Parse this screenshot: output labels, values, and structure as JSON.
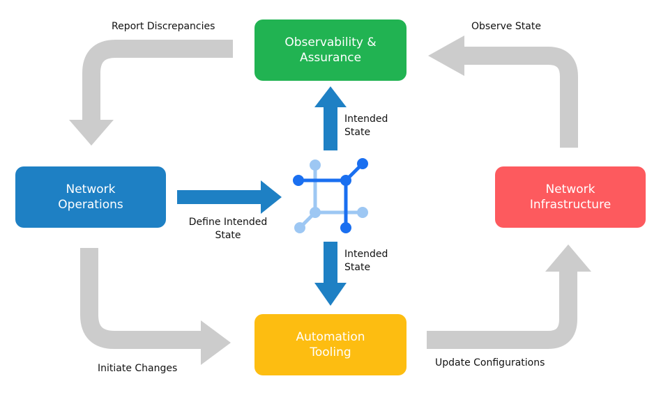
{
  "nodes": {
    "observability": {
      "label": "Observability &\nAssurance",
      "color": "#21b352",
      "text_color": "#ffffff"
    },
    "network_operations": {
      "label": "Network\nOperations",
      "color": "#1e80c4",
      "text_color": "#ffffff"
    },
    "network_infrastructure": {
      "label": "Network\nInfrastructure",
      "color": "#fd5a5e",
      "text_color": "#ffffff"
    },
    "automation_tooling": {
      "label": "Automation\nTooling",
      "color": "#fdbd11",
      "text_color": "#ffffff"
    }
  },
  "edges": {
    "report_discrepancies": "Report Discrepancies",
    "observe_state": "Observe State",
    "intended_state_up": "Intended\nState",
    "define_intended_state": "Define Intended\nState",
    "intended_state_down": "Intended\nState",
    "initiate_changes": "Initiate Changes",
    "update_configurations": "Update Configurations"
  },
  "colors": {
    "loop_arrow": "#cccccc",
    "intent_arrow": "#1e80c4",
    "hub_dark": "#1a6ff0",
    "hub_light": "#9dc7f3"
  },
  "icons": {
    "hub": "network-graph-icon"
  }
}
